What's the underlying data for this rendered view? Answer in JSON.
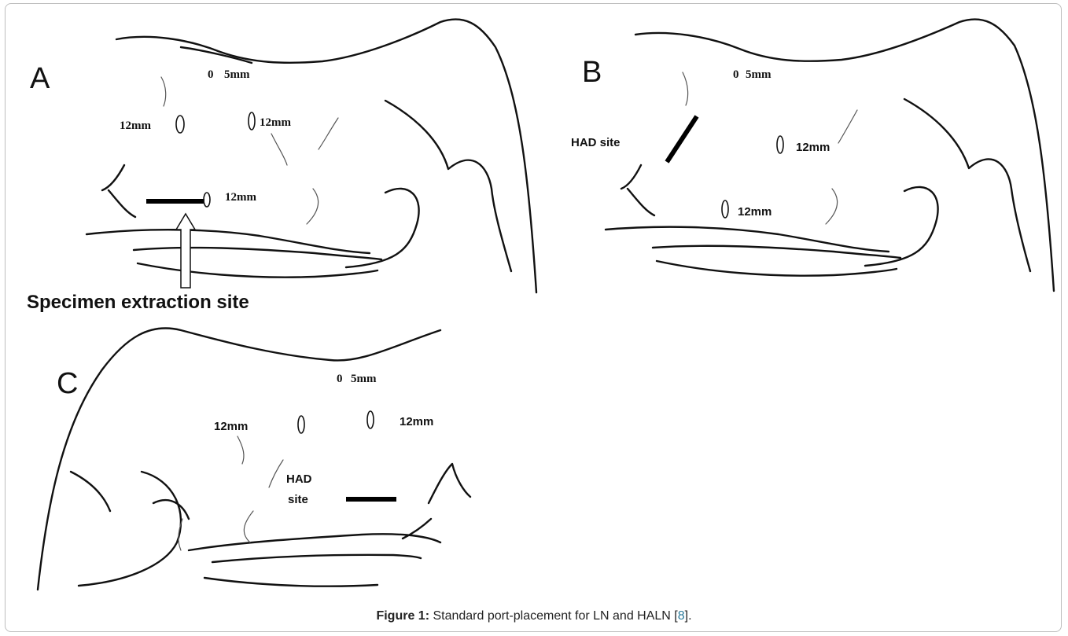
{
  "panels": {
    "a": {
      "letter": "A",
      "port_top": "5mm",
      "port_left": "12mm",
      "port_mid": "12mm",
      "port_low": "12mm",
      "extraction_label": "Specimen extraction site"
    },
    "b": {
      "letter": "B",
      "port_top": "5mm",
      "had_label": "HAD site",
      "port_mid": "12mm",
      "port_low": "12mm"
    },
    "c": {
      "letter": "C",
      "port_top": "5mm",
      "port_left": "12mm",
      "port_right": "12mm",
      "had_line1": "HAD",
      "had_line2": "site"
    }
  },
  "caption": {
    "label": "Figure 1:",
    "text": " Standard port-placement for LN and HALN [",
    "ref": "8",
    "end": "]."
  },
  "colors": {
    "frame_border": "#bdbdbd",
    "ref_link": "#2a7a9a",
    "ink": "#111111"
  }
}
